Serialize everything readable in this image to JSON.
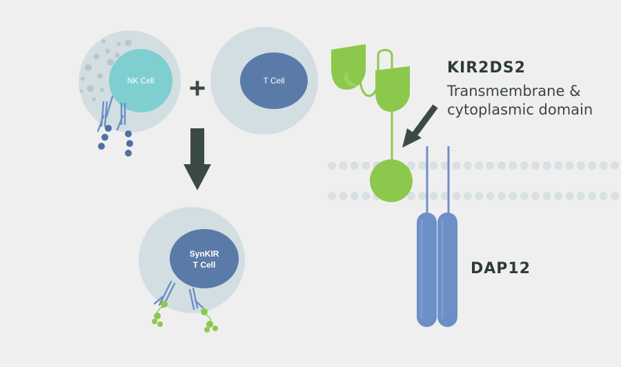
{
  "cells": {
    "nk_label": "NK Cell",
    "t_label": "T Cell",
    "synkir_line1": "SynKIR",
    "synkir_line2": "T Cell",
    "plus_sign": "+"
  },
  "receptor": {
    "title": "KIR2DS2",
    "subtitle_line1": "Transmembrane &",
    "subtitle_line2": "cytoplasmic domain"
  },
  "adaptor": {
    "label": "DAP12"
  },
  "colors": {
    "background": "#efefef",
    "cell_body": "#d3dee2",
    "nk_nucleus": "#7fcfd1",
    "t_nucleus": "#5a7aa8",
    "receptor_green": "#8cc84b",
    "dap12_blue": "#6d8fc7",
    "arrow_dark": "#3c4a45",
    "membrane_dot": "#d8e0e3"
  }
}
